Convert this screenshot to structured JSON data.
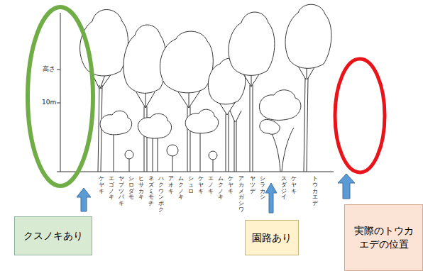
{
  "diagram": {
    "nodes": [
      {
        "text": [
          "クスノキあり"
        ]
      },
      {
        "text": [
          "園路あり"
        ]
      },
      {
        "text": [
          "実際のトウカエデの位置"
        ]
      }
    ],
    "labels": [
      "高さ",
      "10m",
      "ケヤキ",
      "エゴノキ",
      "ヤブツバキ",
      "シロダモ",
      "ヒサカキ",
      "ネズミモチ",
      "ハクウンボク",
      "アオキ",
      "ムクノキ",
      "シュロ",
      "ケヤキ",
      "エノキ",
      "ムクノキ",
      "ケヤキ",
      "アカメガシワ",
      "ヤツデ",
      "シラカシ",
      "スダジイ",
      "ケヤキ",
      "トウカエデ"
    ]
  }
}
